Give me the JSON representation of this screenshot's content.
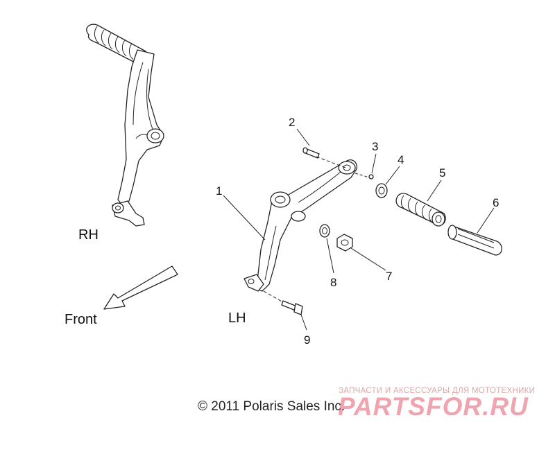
{
  "labels": {
    "side_rh": "RH",
    "side_lh": "LH",
    "direction": "Front",
    "copyright": "© 2011 Polaris Sales Inc."
  },
  "callouts": [
    "1",
    "2",
    "3",
    "4",
    "5",
    "6",
    "7",
    "8",
    "9"
  ],
  "watermark": {
    "tagline": "ЗАПЧАСТИ И АКСЕССУАРЫ ДЛЯ МОТОТЕХНИКИ",
    "brand": "PARTSFOR.RU"
  }
}
